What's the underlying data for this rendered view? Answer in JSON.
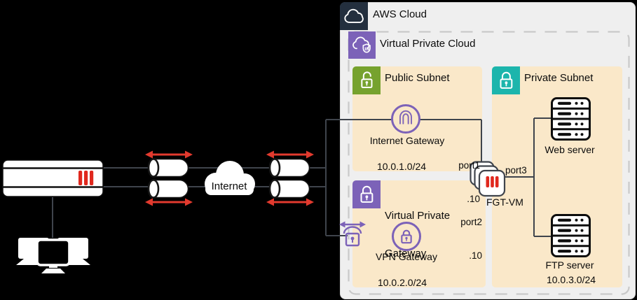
{
  "internet": {
    "label": "Internet"
  },
  "aws_cloud": {
    "title": "AWS Cloud"
  },
  "vpc": {
    "title": "Virtual Private Cloud"
  },
  "public_subnet": {
    "title": "Public Subnet",
    "internet_gateway_label": "Internet Gateway",
    "cidr": "10.0.1.0/24"
  },
  "vgw_section": {
    "title_line1": "Virtual Private",
    "title_line2": "Gateway",
    "vpn_gateway_label": "VPN Gateway",
    "cidr": "10.0.2.0/24"
  },
  "private_subnet": {
    "title": "Private Subnet",
    "servers": [
      {
        "label": "Web server"
      },
      {
        "label": "FTP server"
      }
    ],
    "cidr": "10.0.3.0/24"
  },
  "fortigate_vm": {
    "label": "FGT-VM",
    "ports": [
      {
        "name": "port1",
        "ip": ".10"
      },
      {
        "name": "port2",
        "ip": ".10"
      },
      {
        "name": "port3",
        "ip": ""
      }
    ]
  },
  "icons": {
    "aws-cloud-icon": "white cloud outline on navy square",
    "vpc-icon": "cloud with shield on purple square",
    "public-subnet-icon": "open padlock on green square",
    "private-subnet-icon": "closed padlock on teal square",
    "virtual-private-gateway-icon": "closed padlock on purple square",
    "internet-gateway-icon": "purple arch in circle",
    "vpn-gateway-icon": "purple padlock in circle",
    "vpn-connection-icon": "padlock with double arrow",
    "fortigate-appliance-icon": "white appliance with red bars",
    "workstation-icon": "three monitors",
    "vpn-tunnel-icon": "white pipe cylinder",
    "server-icon": "rack server",
    "fgt-vm-icon": "stacked squares with red bars",
    "internet-cloud-icon": "white cloud"
  },
  "colors": {
    "aws_navy": "#232F3E",
    "aws_box_bg": "#EFEFEF",
    "purple": "#7C62B8",
    "subnet_fill": "#FAE8C9",
    "green": "#76A22E",
    "teal": "#1CB5AC",
    "fortinet_red": "#E0281E",
    "arrow_red": "#E23A2E",
    "line_gray": "#3F444C"
  }
}
